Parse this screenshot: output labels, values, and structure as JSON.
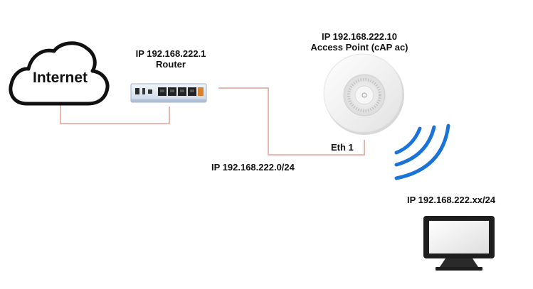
{
  "internet": {
    "label": "Internet"
  },
  "router": {
    "ip": "IP 192.168.222.1",
    "name": "Router"
  },
  "access_point": {
    "ip": "IP 192.168.222.10",
    "name": "Access Point (cAP ac)",
    "port": "Eth 1"
  },
  "network": {
    "subnet": "IP 192.168.222.0/24"
  },
  "client": {
    "ip": "IP 192.168.222.xx/24"
  },
  "colors": {
    "link": "#e8b8b0",
    "wifi": "#1a73d9",
    "router_body": "#e6eef7",
    "ap_body": "#f2f2f2",
    "monitor": "#1e1e1e",
    "text": "#111111"
  },
  "icons": {
    "internet": "cloud-icon",
    "router": "router-icon",
    "access_point": "access-point-icon",
    "wireless": "wifi-signal-icon",
    "client": "monitor-icon"
  }
}
